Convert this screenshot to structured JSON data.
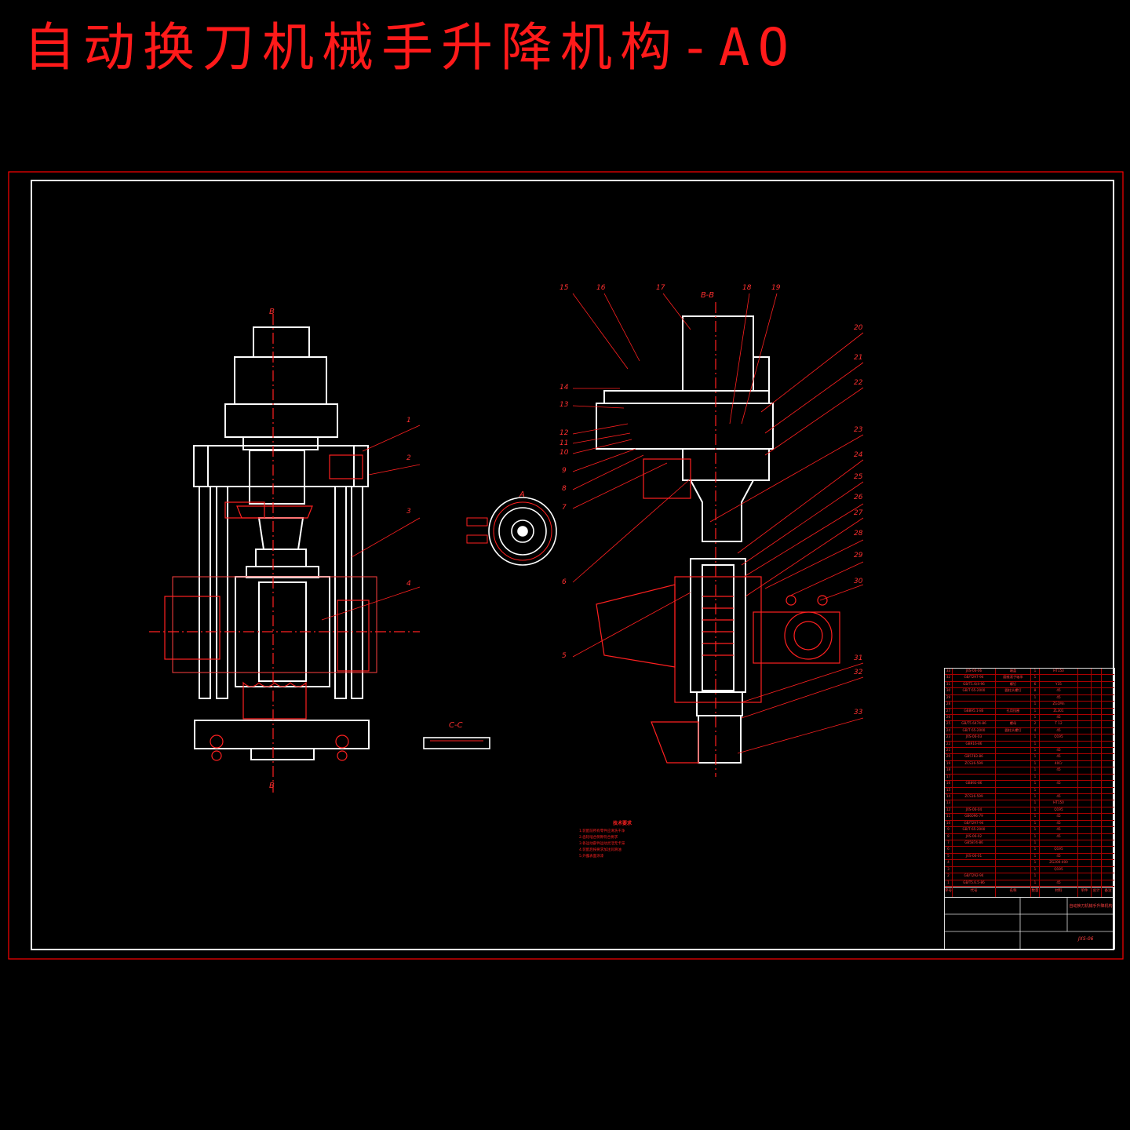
{
  "title": "自动换刀机械手升降机构-AO",
  "colors": {
    "background": "#000000",
    "frame": "#ffffff",
    "lines": "#ff0000",
    "outer_border": "#ff0000"
  },
  "views": {
    "section_bb_top": "B",
    "section_bb_bottom": "B",
    "section_bb_label": "B-B",
    "section_cc_label": "C-C",
    "detail_label": "A"
  },
  "callouts": [
    "1",
    "2",
    "3",
    "4",
    "5",
    "6",
    "7",
    "8",
    "9",
    "10",
    "11",
    "12",
    "13",
    "14",
    "15",
    "16",
    "17",
    "18",
    "19",
    "20",
    "21",
    "22",
    "23",
    "24",
    "25",
    "26",
    "27",
    "28",
    "29",
    "30",
    "31",
    "32",
    "33"
  ],
  "notes": {
    "heading": "技术要求",
    "lines": [
      "1.装配前所有零件应清洗干净",
      "2.齿轮啮合侧隙符合要求",
      "3.各运动部件运动灵活无卡滞",
      "4.装配后按要求加注润滑油",
      "5.外露表面涂漆"
    ]
  },
  "bom": {
    "rows": [
      [
        "33",
        "JXS-06-06",
        "端盖",
        "1",
        "HT150",
        "",
        ""
      ],
      [
        "32",
        "GB/T297-94",
        "圆锥滚子轴承",
        "1",
        "",
        "",
        ""
      ],
      [
        "31",
        "GB/T1.6/4-96",
        "螺钉",
        "6",
        "Y35",
        "",
        ""
      ],
      [
        "30",
        "GB/T 65-2000",
        "圆柱头螺钉",
        "8",
        "45",
        "",
        ""
      ],
      [
        "29",
        "",
        "",
        "1",
        "45",
        "",
        ""
      ],
      [
        "28",
        "",
        "",
        "1",
        "ZG1Mn",
        "",
        ""
      ],
      [
        "27",
        "GB895.1-86",
        "孔用挡圈",
        "1",
        "ZL301",
        "",
        ""
      ],
      [
        "26",
        "",
        "",
        "1",
        "45",
        "",
        ""
      ],
      [
        "25",
        "GB/T5 6474-86",
        "螺母",
        "2",
        "T 12",
        "",
        ""
      ],
      [
        "24",
        "GB/T 65-2000",
        "圆柱头螺钉",
        "4",
        "45",
        "",
        ""
      ],
      [
        "23",
        "JXS-06-03",
        "",
        "1",
        "Q195",
        "",
        ""
      ],
      [
        "22",
        "GB916-86",
        "",
        "1",
        "",
        "",
        ""
      ],
      [
        "21",
        "",
        "",
        "1",
        "45",
        "",
        ""
      ],
      [
        "20",
        "GB5783-86",
        "",
        "1",
        "45",
        "",
        ""
      ],
      [
        "19",
        "ZCS16-599",
        "",
        "1",
        "40Cr",
        "",
        ""
      ],
      [
        "18",
        "",
        "",
        "1",
        "45",
        "",
        ""
      ],
      [
        "17",
        "",
        "",
        "1",
        "",
        "",
        ""
      ],
      [
        "16",
        "GB892-86",
        "",
        "1",
        "45",
        "",
        ""
      ],
      [
        "15",
        "",
        "",
        "1",
        "",
        "",
        ""
      ],
      [
        "14",
        "ZCS16-599",
        "",
        "1",
        "45",
        "",
        ""
      ],
      [
        "13",
        "",
        "",
        "1",
        "HT150",
        "",
        ""
      ],
      [
        "12",
        "JXS-06-04",
        "",
        "1",
        "Q195",
        "",
        ""
      ],
      [
        "11",
        "GB6096-79",
        "",
        "1",
        "45",
        "",
        ""
      ],
      [
        "10",
        "GB/T297-94",
        "",
        "1",
        "45",
        "",
        ""
      ],
      [
        "9",
        "GB/T 65-2000",
        "",
        "1",
        "45",
        "",
        ""
      ],
      [
        "8",
        "JXS-06-02",
        "",
        "1",
        "45",
        "",
        ""
      ],
      [
        "7",
        "GB5874-86",
        "",
        "1",
        "",
        "",
        ""
      ],
      [
        "6",
        "",
        "",
        "1",
        "Q195",
        "",
        ""
      ],
      [
        "5",
        "JXS-06-01",
        "",
        "1",
        "45",
        "",
        ""
      ],
      [
        "4",
        "",
        "",
        "1",
        "ZG200-400",
        "",
        ""
      ],
      [
        "3",
        "",
        "",
        "1",
        "Q195",
        "",
        ""
      ],
      [
        "2",
        "GB/T292-94",
        "",
        "1",
        "",
        "",
        ""
      ],
      [
        "1",
        "GB/T5.6.5-86",
        "",
        "1",
        "45",
        "",
        ""
      ]
    ],
    "header": [
      "序号",
      "代号",
      "名称",
      "数量",
      "材料",
      "单件",
      "总计",
      "备注"
    ]
  },
  "title_block": {
    "drawing_name": "自动换刀机械手升降机构",
    "drawing_number": "JXS-06"
  }
}
